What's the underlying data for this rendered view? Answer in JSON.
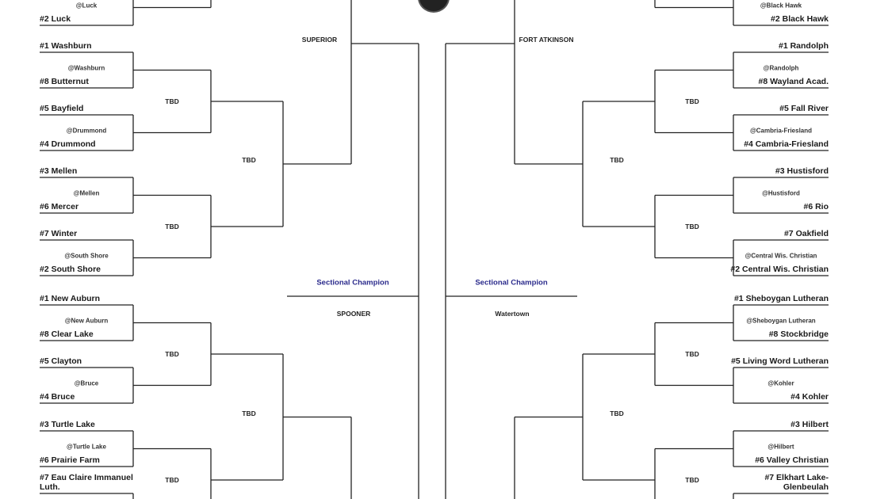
{
  "left": {
    "matches": [
      {
        "top": "",
        "site": "@Luck",
        "bottom": "#2 Luck"
      },
      {
        "top": "#1 Washburn",
        "site": "@Washburn",
        "bottom": "#8 Butternut"
      },
      {
        "top": "#5 Bayfield",
        "site": "@Drummond",
        "bottom": "#4 Drummond"
      },
      {
        "top": "#3 Mellen",
        "site": "@Mellen",
        "bottom": "#6 Mercer"
      },
      {
        "top": "#7 Winter",
        "site": "@South Shore",
        "bottom": "#2 South Shore"
      },
      {
        "top": "#1 New Auburn",
        "site": "@New Auburn",
        "bottom": "#8 Clear Lake"
      },
      {
        "top": "#5 Clayton",
        "site": "@Bruce",
        "bottom": "#4 Bruce"
      },
      {
        "top": "#3 Turtle Lake",
        "site": "@Turtle Lake",
        "bottom": "#6 Prairie Farm"
      },
      {
        "top": "#7 Eau Claire Immanuel Luth.",
        "site": "",
        "bottom": ""
      }
    ],
    "round2": [
      "TBD",
      "TBD",
      "TBD",
      "TBD"
    ],
    "round3": [
      "TBD",
      "TBD"
    ],
    "semifinal_site": "SUPERIOR",
    "champion_label": "Sectional Champion",
    "champion_site": "SPOONER"
  },
  "right": {
    "matches": [
      {
        "top": "",
        "site": "@Black Hawk",
        "bottom": "#2 Black Hawk"
      },
      {
        "top": "#1 Randolph",
        "site": "@Randolph",
        "bottom": "#8 Wayland Acad."
      },
      {
        "top": "#5 Fall River",
        "site": "@Cambria-Friesland",
        "bottom": "#4 Cambria-Friesland"
      },
      {
        "top": "#3 Hustisford",
        "site": "@Hustisford",
        "bottom": "#6 Rio"
      },
      {
        "top": "#7 Oakfield",
        "site": "@Central Wis. Christian",
        "bottom": "#2 Central Wis. Christian"
      },
      {
        "top": "#1 Sheboygan Lutheran",
        "site": "@Sheboygan Lutheran",
        "bottom": "#8 Stockbridge"
      },
      {
        "top": "#5 Living Word Lutheran",
        "site": "@Kohler",
        "bottom": "#4 Kohler"
      },
      {
        "top": "#3 Hilbert",
        "site": "@Hilbert",
        "bottom": "#6 Valley Christian"
      },
      {
        "top": "#7 Elkhart Lake-Glenbeulah",
        "site": "",
        "bottom": ""
      }
    ],
    "round2": [
      "TBD",
      "TBD",
      "TBD",
      "TBD"
    ],
    "round3": [
      "TBD",
      "TBD"
    ],
    "semifinal_site": "FORT ATKINSON",
    "champion_label": "Sectional Champion",
    "champion_site": "Watertown"
  },
  "colors": {
    "champion_label": "#2b2b8c",
    "lines": "#222222"
  },
  "logo": {
    "icon": "wiaa-badge-icon"
  }
}
